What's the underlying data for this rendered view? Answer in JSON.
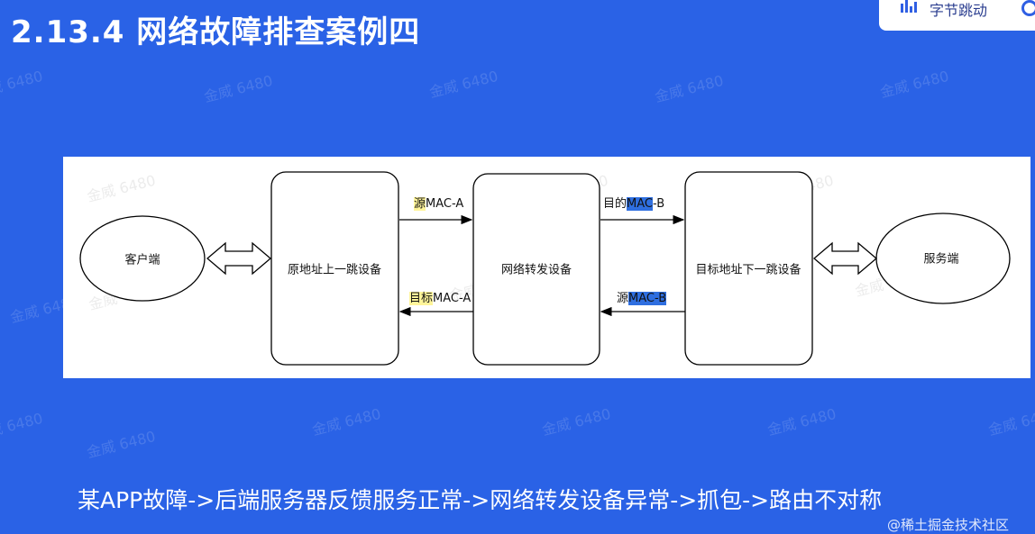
{
  "slide": {
    "title": "2.13.4 网络故障排查案例四",
    "subtitle": "某APP故障->后端服务器反馈服务正常->网络转发设备异常->抓包->路由不对称"
  },
  "brand": {
    "name": "字节跳动",
    "icon": "bar-chart-logo-icon"
  },
  "watermark": {
    "text": "金威 6480"
  },
  "credit": {
    "text": "@稀土掘金技术社区"
  },
  "diagram": {
    "nodes": {
      "client": "客户端",
      "source_hop": "原地址上一跳设备",
      "forwarder": "网络转发设备",
      "dest_hop": "目标地址下一跳设备",
      "server": "服务端"
    },
    "edges": {
      "top_left": {
        "prefix": "",
        "highlight": "源",
        "suffix": "MAC-A"
      },
      "bottom_left": {
        "prefix": "",
        "highlight": "目标",
        "suffix": "MAC-A"
      },
      "top_right": {
        "prefix": "目的",
        "highlight": "MAC",
        "suffix": "-B"
      },
      "bottom_right": {
        "prefix": "源",
        "highlight": "MAC-B",
        "suffix": ""
      }
    }
  },
  "colors": {
    "background": "#2a62e6",
    "highlight_yellow": "#fff59a",
    "highlight_blue": "#2f6fe0"
  }
}
